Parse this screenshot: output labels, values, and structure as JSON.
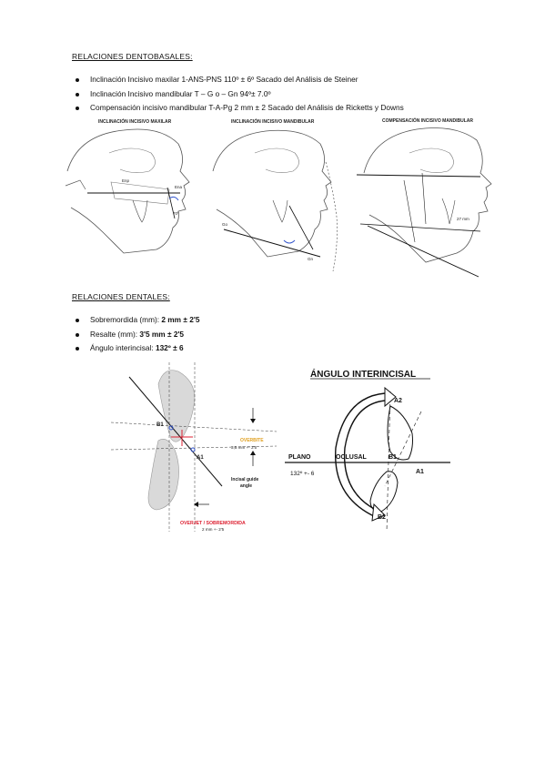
{
  "dentobasal": {
    "heading": "RELACIONES DENTOBASALES:",
    "items": [
      {
        "text": "Inclinación Incisivo maxilar 1-ANS-PNS  110º ± 6º   Sacado del Análisis de Steiner"
      },
      {
        "text": "Inclinación Incisivo mandibular T – G o – Gn  94º± 7.0º"
      },
      {
        "text": "Compensación incisivo mandibular T-A-Pg  2 mm ± 2    Sacado del Análisis de Ricketts y Downs"
      }
    ],
    "figures": [
      {
        "title": "INCLINACIÓN INCISIVO MAXILAR",
        "labels": {
          "enp": "Enp",
          "ena": "Ena",
          "angle": "70º"
        }
      },
      {
        "title": "INCLINACIÓN INCISIVO MANDIBULAR",
        "labels": {
          "go": "Go",
          "gn": "Gn"
        }
      },
      {
        "title": "COMPENSACIÓN INCISIVO MANDIBULAR",
        "labels": {
          "mm": "27 mm"
        }
      }
    ]
  },
  "dental": {
    "heading": "RELACIONES DENTALES:",
    "items": [
      {
        "label": "Sobremordida (mm):  ",
        "value": "2 mm ± 2'5"
      },
      {
        "label": "Resalte (mm):  ",
        "value": "3'5 mm ± 2'5"
      },
      {
        "label": "Ángulo interincisal: ",
        "value": "132º ± 6"
      }
    ]
  },
  "figure_left": {
    "b1": "B1",
    "a1": "A1",
    "overbite": "OVERBITE",
    "overbite_value": "3,5 mm +- 2'5",
    "guide1": "Incisal guide",
    "guide2": "angle",
    "overjet": "OVERJET / SOBREMORDIDA",
    "overjet_value": "2 mm +- 2'5"
  },
  "figure_right": {
    "title": "ÁNGULO INTERINCISAL",
    "a2": "A2",
    "b1": "B1",
    "a1": "A1",
    "b2": "B2",
    "plano": "PLANO",
    "oclusal": "OCLUSAL",
    "angle": "132º +- 6"
  }
}
